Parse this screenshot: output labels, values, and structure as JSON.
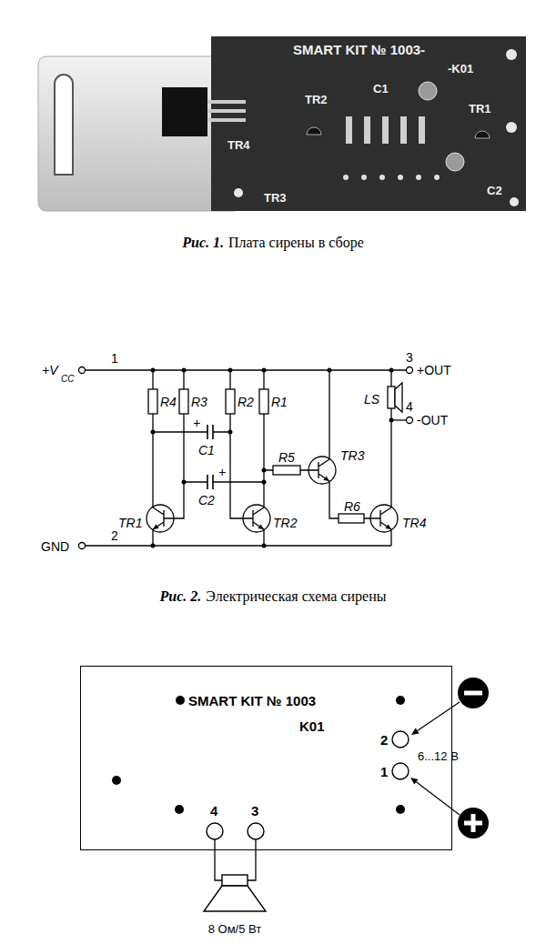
{
  "diagram": {
    "nodes": [
      {
        "text": [
          "SMART KIT № 1003",
          "K01"
        ]
      }
    ],
    "labels": [
      "SMART KIT № 1003-",
      "-K01",
      "TR2",
      "C1",
      "TR1",
      "TR4",
      "TR3",
      "C2",
      "Рис. 1.",
      "Плата сирены в сборе",
      "1",
      "+V",
      "CC",
      "3",
      "+OUT",
      "R4",
      "R3",
      "R2",
      "R1",
      "LS",
      "4",
      "-OUT",
      "+",
      "C1",
      "+",
      "C2",
      "R5",
      "TR3",
      "R6",
      "TR1",
      "TR2",
      "TR4",
      "2",
      "GND",
      "Рис. 2.",
      "Электрическая схема сирены",
      "2",
      "1",
      "6...12 В",
      "4",
      "3",
      "8 Ом/5 Вт"
    ]
  }
}
